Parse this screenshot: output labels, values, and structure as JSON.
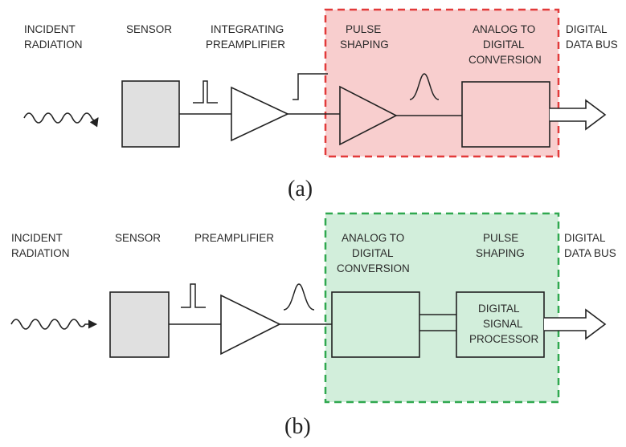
{
  "colors": {
    "panel_a_fill": "#f8cece",
    "panel_a_border": "#e23a3a",
    "panel_b_fill": "#d2eedb",
    "panel_b_border": "#2fa84f",
    "sensor_fill": "#e0e0e0",
    "stroke": "#222222"
  },
  "panel_a": {
    "caption": "(a)",
    "labels": {
      "incident_1": "INCIDENT",
      "incident_2": "RADIATION",
      "sensor": "SENSOR",
      "preamp_1": "INTEGRATING",
      "preamp_2": "PREAMPLIFIER",
      "shaping_1": "PULSE",
      "shaping_2": "SHAPING",
      "adc_1": "ANALOG TO",
      "adc_2": "DIGITAL",
      "adc_3": "CONVERSION",
      "bus_1": "DIGITAL",
      "bus_2": "DATA BUS"
    }
  },
  "panel_b": {
    "caption": "(b)",
    "labels": {
      "incident_1": "INCIDENT",
      "incident_2": "RADIATION",
      "sensor": "SENSOR",
      "preamp": "PREAMPLIFIER",
      "adc_1": "ANALOG TO",
      "adc_2": "DIGITAL",
      "adc_3": "CONVERSION",
      "shaping_1": "PULSE",
      "shaping_2": "SHAPING",
      "dsp_1": "DIGITAL",
      "dsp_2": "SIGNAL",
      "dsp_3": "PROCESSOR",
      "bus_1": "DIGITAL",
      "bus_2": "DATA BUS"
    }
  }
}
